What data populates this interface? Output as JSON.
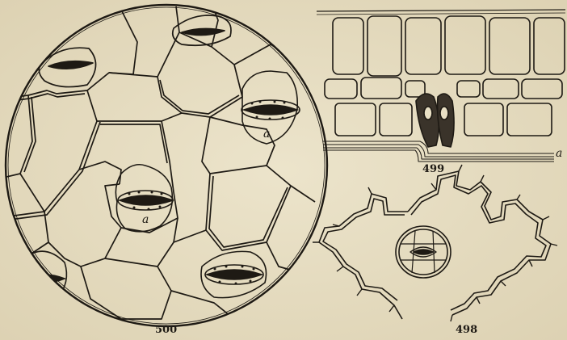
{
  "figures": [
    {
      "number": "500",
      "labels": [
        "a",
        "a"
      ]
    },
    {
      "number": "499",
      "labels": [
        "a"
      ]
    },
    {
      "number": "498"
    }
  ],
  "colors": {
    "paper": "#e8dfc4",
    "ink": "#1e1a14"
  }
}
